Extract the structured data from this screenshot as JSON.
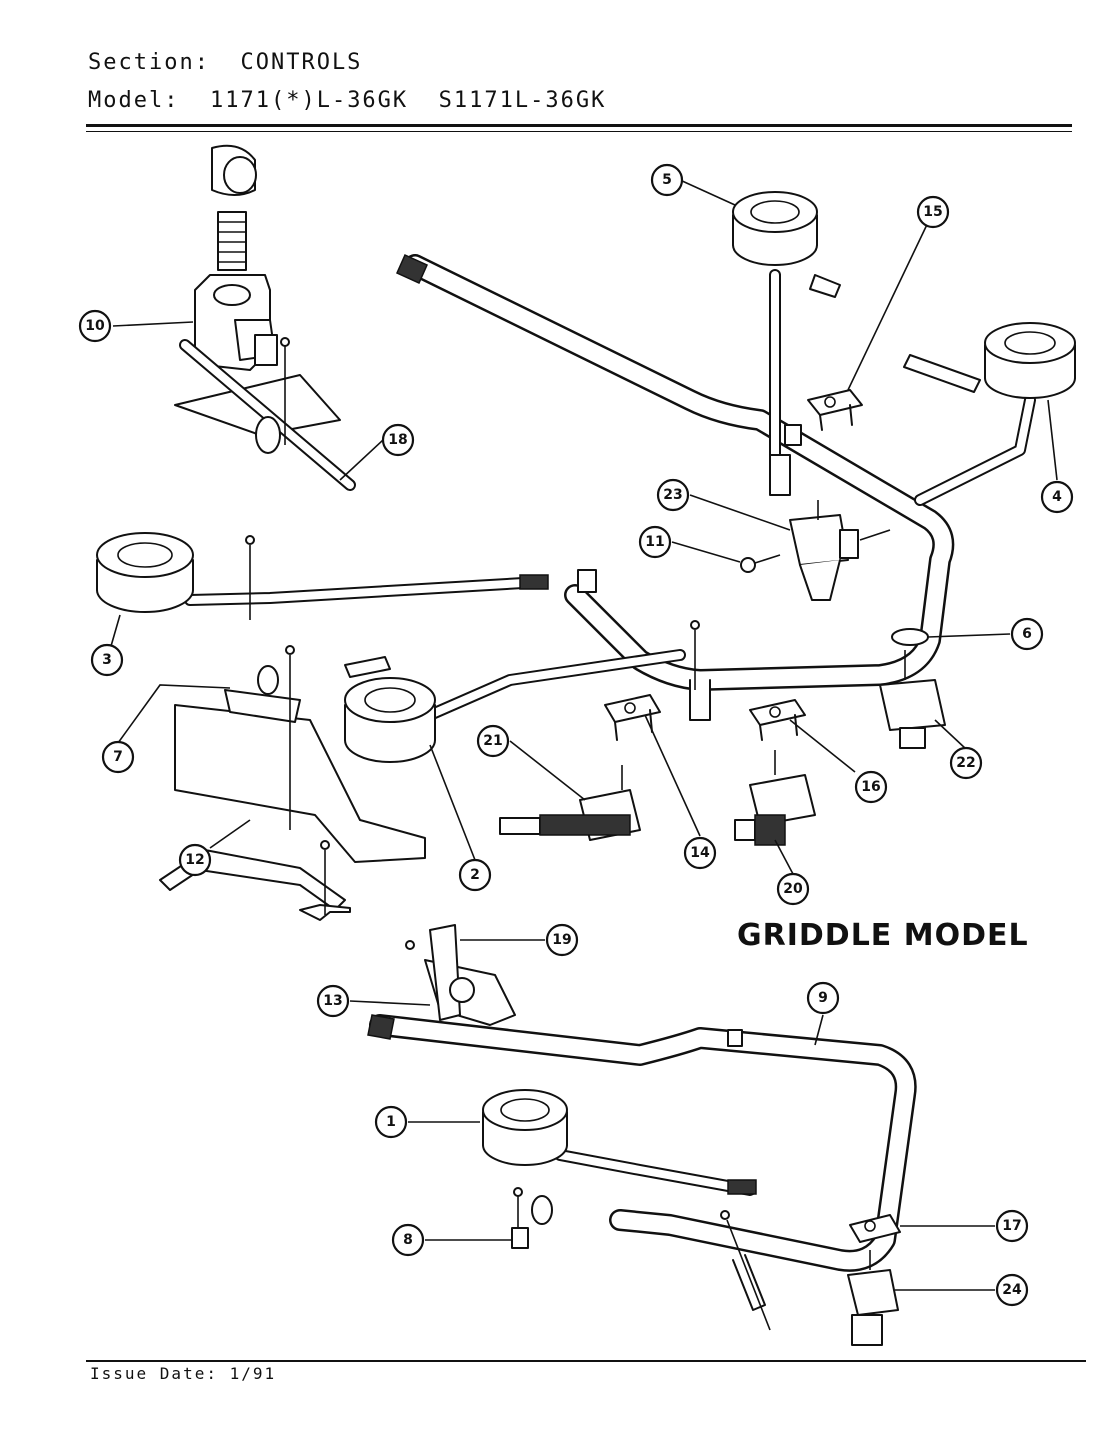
{
  "header": {
    "section_label": "Section:",
    "section_value": "CONTROLS",
    "model_label": "Model:",
    "model_value": "1171(*)L-36GK  S1171L-36GK"
  },
  "diagram": {
    "griddle_label": "GRIDDLE MODEL",
    "callouts": [
      "5",
      "15",
      "10",
      "18",
      "4",
      "23",
      "11",
      "3",
      "6",
      "7",
      "21",
      "22",
      "14",
      "16",
      "12",
      "2",
      "20",
      "19",
      "13",
      "9",
      "1",
      "17",
      "8",
      "24"
    ]
  },
  "footer": {
    "issue_date": "Issue Date: 1/91"
  },
  "colors": {
    "ink": "#111111",
    "paper": "#ffffff"
  }
}
